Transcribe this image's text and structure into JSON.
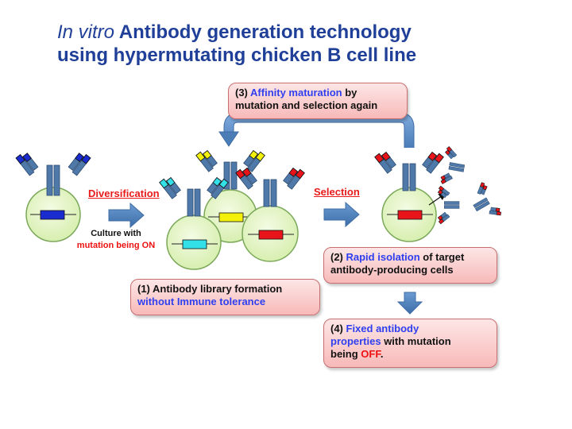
{
  "title": {
    "line1_italic": "In vitro",
    "line1_rest": " Antibody generation technology",
    "line2": "using hypermutating chicken B cell line"
  },
  "labels": {
    "diversification": "Diversification",
    "selection": "Selection",
    "culture_with": "Culture with",
    "mutation_on": "mutation being ON"
  },
  "boxes": {
    "affinity": {
      "num": "(3) ",
      "highlight": "Affinity maturation",
      "rest1": " by",
      "line2": "mutation and selection again"
    },
    "rapid": {
      "num": "(2) ",
      "highlight": "Rapid isolation",
      "rest1": " of target",
      "line2": "antibody-producing cells"
    },
    "library": {
      "line1": "(1) Antibody library formation",
      "line2": "without Immune tolerance"
    },
    "fixed": {
      "num": "(4) ",
      "highlight1": "Fixed antibody",
      "highlight2": "properties",
      "rest2": " with mutation",
      "line3a": "being ",
      "line3_red": "OFF",
      "line3b": "."
    }
  },
  "colors": {
    "title": "#1f3f98",
    "cell_fill": "#e6f5c8",
    "cell_stroke": "#7ca85a",
    "antibody_body": "#4f79a8",
    "dark_blue": "#1a2bd0",
    "cyan": "#33e0e8",
    "yellow": "#f3f00a",
    "red": "#e8141a",
    "arrow": "#4a7cb6",
    "box_border": "#c86f6f"
  }
}
